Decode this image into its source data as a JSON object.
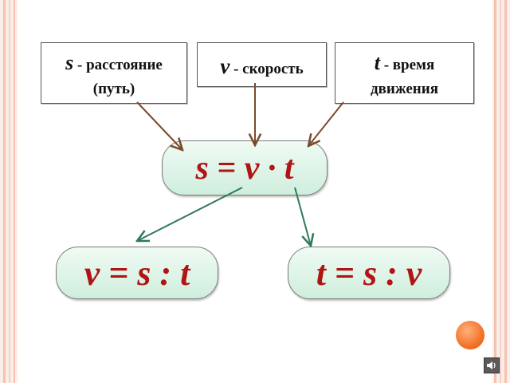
{
  "definitions": [
    {
      "symbol": "s",
      "text_line1": " - расстояние",
      "text_line2": "(путь)"
    },
    {
      "symbol": "v",
      "text_line1": " - скорость"
    },
    {
      "symbol": "t",
      "text_line1": " - время",
      "text_line2": "движения"
    }
  ],
  "formulas": {
    "main": "s = v · t",
    "left": "v = s : t",
    "right": "t = s : v"
  },
  "colors": {
    "formula_text": "#b01414",
    "arrow_brown": "#7b4a2a",
    "arrow_green": "#2f7a58",
    "formula_fill": "#dff4e8",
    "orb": "#f06a1e"
  },
  "icons": {
    "decor": "orange-orb-icon",
    "sound": "speaker-icon"
  }
}
